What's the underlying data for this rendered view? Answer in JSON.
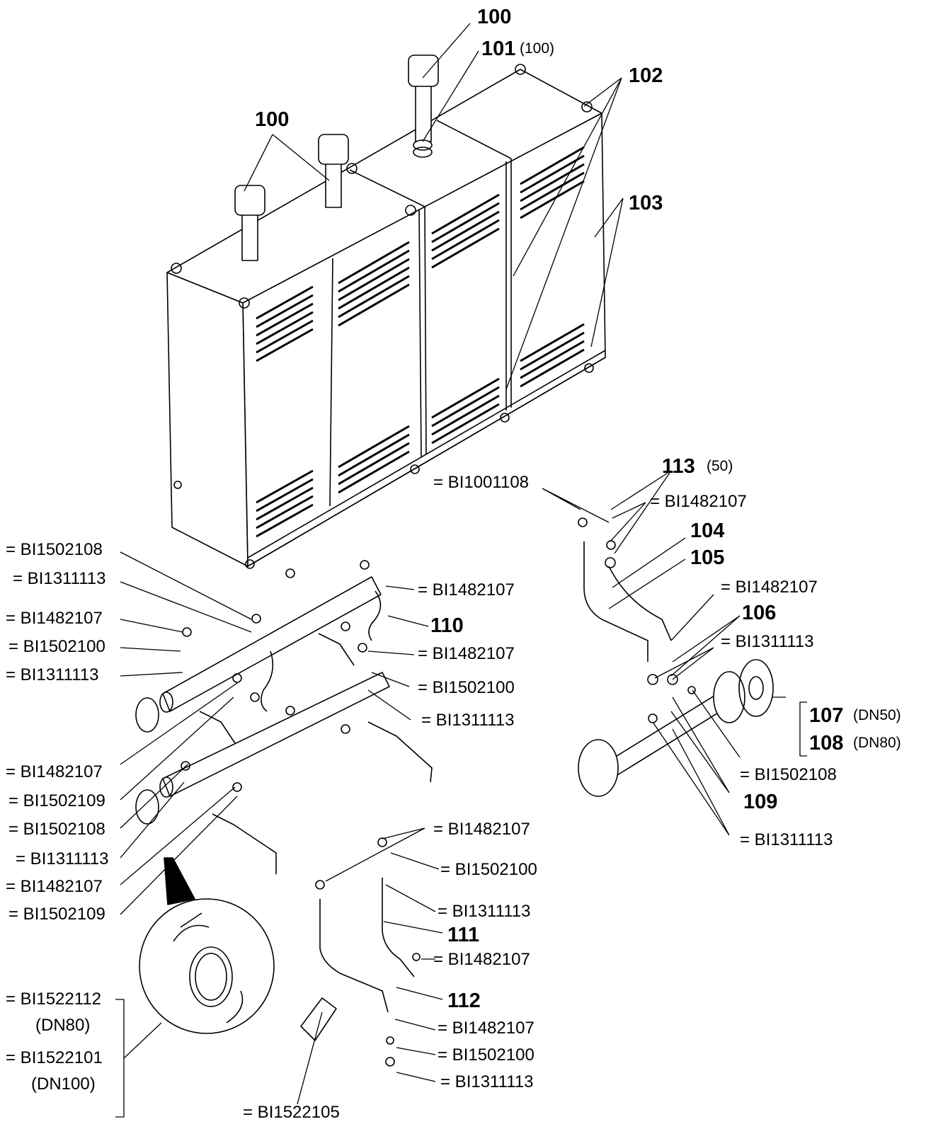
{
  "callouts": {
    "c100a": "100",
    "c101": "101",
    "c101_note": "(100)",
    "c102": "102",
    "c100b": "100",
    "c103": "103",
    "c113": "113",
    "c113_note": "(50)",
    "c104": "104",
    "c105": "105",
    "c106": "106",
    "c107": "107",
    "c107_note": "(DN50)",
    "c108": "108",
    "c108_note": "(DN80)",
    "c109": "109",
    "c110": "110",
    "c111": "111",
    "c112": "112"
  },
  "parts": {
    "p_bi1001108": "= BI1001108",
    "p_bi1482107_r1": "= BI1482107",
    "p_bi1502108_l1": "= BI1502108",
    "p_bi1311113_l1": "= BI1311113",
    "p_bi1482107_m1": "= BI1482107",
    "p_bi1482107_r2": "= BI1482107",
    "p_bi1482107_l2": "= BI1482107",
    "p_bi1311113_r2": "= BI1311113",
    "p_bi1502100_l2": "= BI1502100",
    "p_bi1482107_m2": "= BI1482107",
    "p_bi1311113_l3": "= BI1311113",
    "p_bi1502100_m2": "= BI1502100",
    "p_bi1311113_m3": "= BI1311113",
    "p_bi1482107_l4": "= BI1482107",
    "p_bi1502108_r3": "= BI1502108",
    "p_bi1502109_l5": "= BI1502109",
    "p_bi1502108_l6": "= BI1502108",
    "p_bi1311113_r4": "= BI1311113",
    "p_bi1482107_m4": "= BI1482107",
    "p_bi1311113_l7": "= BI1311113",
    "p_bi1502100_m5": "= BI1502100",
    "p_bi1482107_l8": "= BI1482107",
    "p_bi1502109_l9": "= BI1502109",
    "p_bi1311113_m6": "= BI1311113",
    "p_bi1482107_m7": "= BI1482107",
    "p_bi1482107_m8": "= BI1482107",
    "p_bi1502100_m9": "= BI1502100",
    "p_bi1311113_m10": "= BI1311113",
    "p_bi1522112": "= BI1522112",
    "p_bi1522112_note": "(DN80)",
    "p_bi1522101": "= BI1522101",
    "p_bi1522101_note": "(DN100)",
    "p_bi1522105": "= BI1522105"
  },
  "colors": {
    "ink": "#000000",
    "paper": "#ffffff",
    "shade": "#d9d9d9"
  }
}
